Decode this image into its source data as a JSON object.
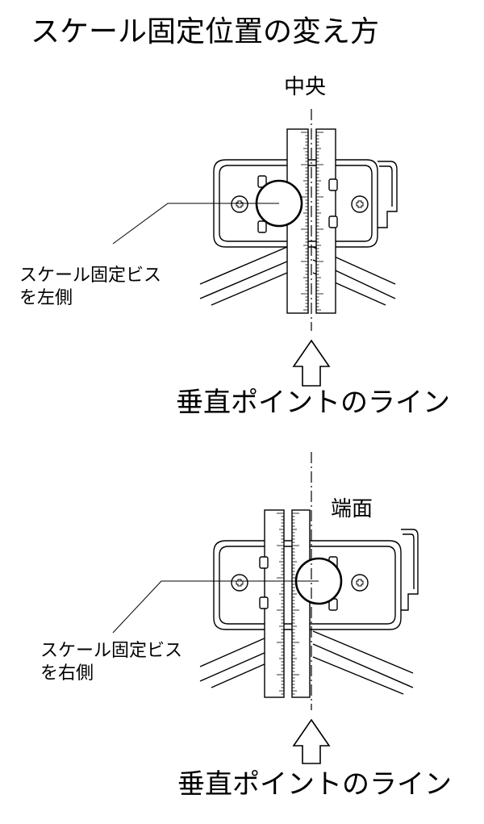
{
  "title": "スケール固定位置の変え方",
  "diagrams": [
    {
      "position_label": "中央",
      "screw_note": [
        "スケール固定ビス",
        "を左側"
      ],
      "vertical_line_label": "垂直ポイントのライン"
    },
    {
      "position_label": "端面",
      "screw_note": [
        "スケール固定ビス",
        "を右側"
      ],
      "vertical_line_label": "垂直ポイントのライン"
    }
  ]
}
